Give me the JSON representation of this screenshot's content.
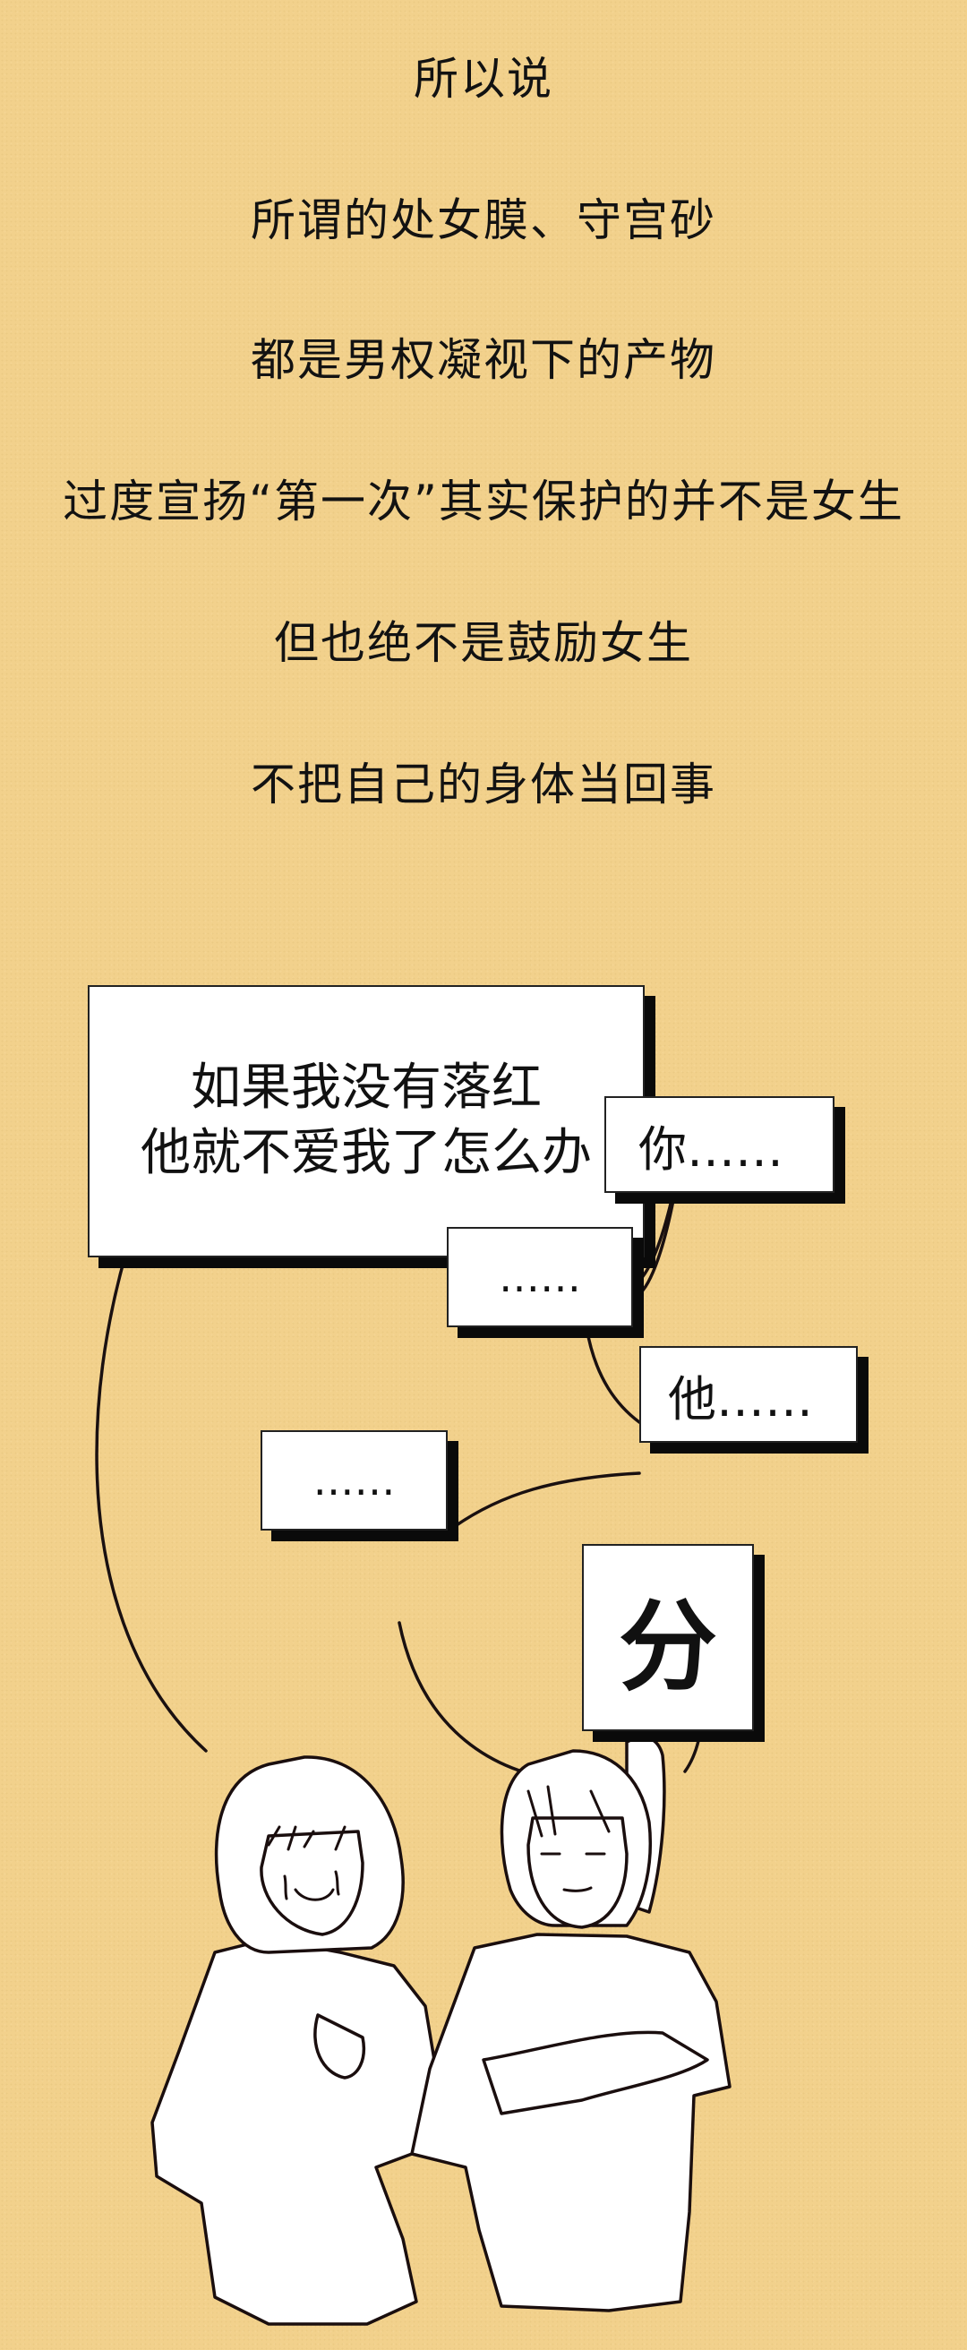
{
  "background_color": "#f2d18c",
  "text_lines": [
    "所以说",
    "所谓的处女膜、守宫砂",
    "都是男权凝视下的产物",
    "过度宣扬“第一次”其实保护的并不是女生",
    "但也绝不是鼓励女生",
    "不把自己的身体当回事"
  ],
  "comic": {
    "bubbles": [
      {
        "text": "如果我没有落红\n他就不爱我了怎么办"
      },
      {
        "text": "你……"
      },
      {
        "text": "……"
      },
      {
        "text": "他……"
      },
      {
        "text": "……"
      },
      {
        "text": "分"
      }
    ],
    "characters": [
      {
        "description": "crying girl with bob haircut, hands clasped"
      },
      {
        "description": "girl with ponytail, arms crossed"
      }
    ]
  }
}
